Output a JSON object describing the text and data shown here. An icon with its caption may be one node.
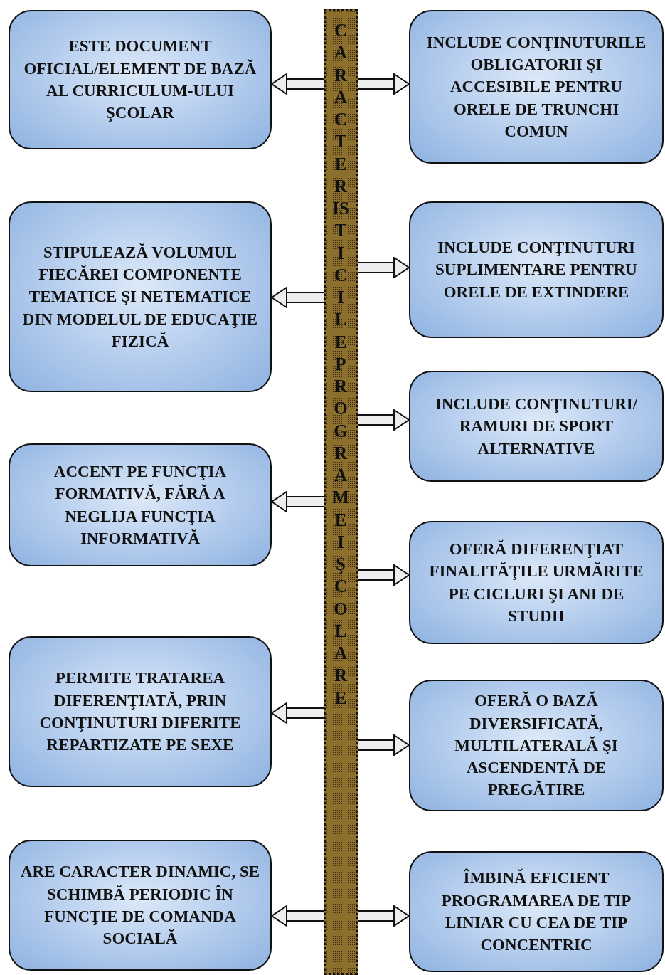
{
  "diagram": {
    "nodes": [
      {
        "text": [
          "CARACTERISTICILE PROGRAMEI ŞCOLARE"
        ]
      },
      {
        "text": [
          "ESTE DOCUMENT OFICIAL/ELEMENT DE BAZĂ AL CURRICULUM-ULUI ŞCOLAR"
        ]
      },
      {
        "text": [
          "INCLUDE CONŢINUTURILE OBLIGATORII ŞI ACCESIBILE PENTRU ORELE DE TRUNCHI COMUN"
        ]
      },
      {
        "text": [
          "STIPULEAZĂ VOLUMUL FIECĂREI COMPONENTE TEMATICE ŞI NETEMATICE DIN MODELUL DE EDUCAŢIE FIZICĂ"
        ]
      },
      {
        "text": [
          "INCLUDE CONŢINUTURI SUPLIMENTARE PENTRU ORELE DE EXTINDERE"
        ]
      },
      {
        "text": [
          "INCLUDE CONŢINUTURI/ RAMURI DE SPORT ALTERNATIVE"
        ]
      },
      {
        "text": [
          "ACCENT PE FUNCŢIA FORMATIVĂ, FĂRĂ A NEGLIJA FUNCŢIA INFORMATIVĂ"
        ]
      },
      {
        "text": [
          "OFERĂ DIFERENŢIAT FINALITĂŢILE URMĂRITE PE CICLURI ŞI ANI DE STUDII"
        ]
      },
      {
        "text": [
          "PERMITE TRATAREA DIFERENŢIATĂ, PRIN CONŢINUTURI DIFERITE REPARTIZATE PE SEXE"
        ]
      },
      {
        "text": [
          "OFERĂ O BAZĂ DIVERSIFICATĂ, MULTILATERALĂ ŞI ASCENDENTĂ DE PREGĂTIRE"
        ]
      },
      {
        "text": [
          "ARE CARACTER DINAMIC, SE SCHIMBĂ PERIODIC ÎN FUNCŢIE DE COMANDA SOCIALĂ"
        ]
      },
      {
        "text": [
          "ÎMBINĂ EFICIENT PROGRAMAREA DE TIP LINIAR CU CEA DE TIP CONCENTRIC"
        ]
      }
    ],
    "edges": [
      {
        "from": 0,
        "to": 1,
        "arrow": "to"
      },
      {
        "from": 0,
        "to": 2,
        "arrow": "to"
      },
      {
        "from": 0,
        "to": 4,
        "arrow": "to"
      },
      {
        "from": 0,
        "to": 3,
        "arrow": "to"
      },
      {
        "from": 0,
        "to": 5,
        "arrow": "to"
      },
      {
        "from": 0,
        "to": 6,
        "arrow": "to"
      },
      {
        "from": 0,
        "to": 7,
        "arrow": "to"
      },
      {
        "from": 0,
        "to": 8,
        "arrow": "to"
      },
      {
        "from": 0,
        "to": 9,
        "arrow": "to"
      },
      {
        "from": 0,
        "to": 10,
        "arrow": "to"
      },
      {
        "from": 0,
        "to": 11,
        "arrow": "to"
      }
    ]
  }
}
